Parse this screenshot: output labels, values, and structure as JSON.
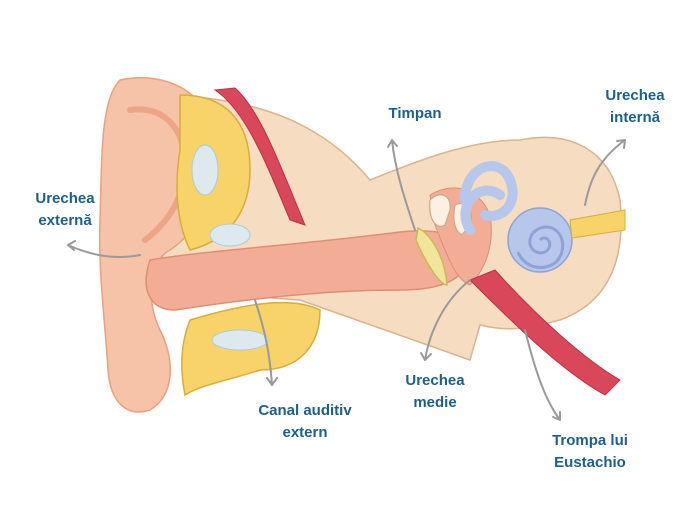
{
  "labels": {
    "outer_ear": [
      "Urechea",
      "externă"
    ],
    "ear_canal": [
      "Canal auditiv",
      "extern"
    ],
    "eardrum": [
      "Timpan"
    ],
    "middle_ear": [
      "Urechea",
      "medie"
    ],
    "inner_ear": [
      "Urechea",
      "internă"
    ],
    "eustachian_tube": [
      "Trompa lui",
      "Eustachio"
    ]
  },
  "colors": {
    "label_text": "#1e5f8c",
    "arrow": "#9a9a9a",
    "skin": "#f6c2a8",
    "skin_dark": "#eca585",
    "canal": "#f3ad96",
    "bone": "#f6dcc0",
    "cartilage": "#f7d36a",
    "cavity": "#dde9ee",
    "muscle": "#d9485a",
    "cochlea": "#b7c7ec",
    "ossicle": "#fbf0e2"
  }
}
